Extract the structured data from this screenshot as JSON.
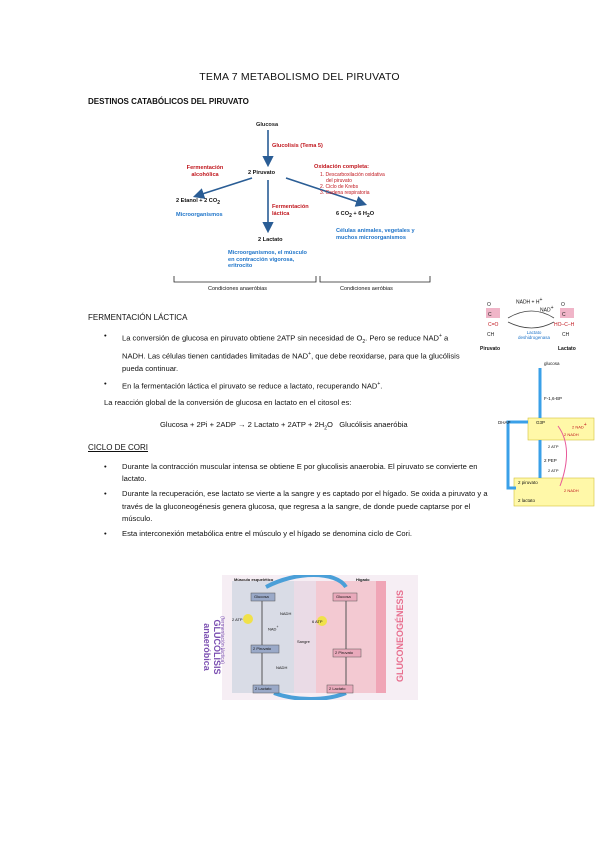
{
  "title": "TEMA 7 METABOLISMO DEL PIRUVATO",
  "section1": "DESTINOS CATABÓLICOS DEL PIRUVATO",
  "diagram": {
    "glucosa": "Glucosa",
    "glucolisis": "Glucolisis  (Tema 5)",
    "piruvato": "2 Piruvato",
    "ferm_alcoholica_1": "Fermentación",
    "ferm_alcoholica_2": "alcohólica",
    "etanol": "2 Etanol + 2 CO",
    "microorganismos": "Microorganismos",
    "ferm_lactica_1": "Fermentación",
    "ferm_lactica_2": "láctica",
    "lactato": "2 Lactato",
    "lactato_organisms": "Microorganismos, el músculo en contracción vigorosa, eritrocito",
    "oxidacion": "Oxidación completa:",
    "ox_step1": "1. Descarboxilación oxidativa",
    "ox_step1b": "del piruvato",
    "ox_step2": "2. Ciclo de Krebs",
    "ox_step3": "3. Cadena respiratoria",
    "co2": "6 CO",
    "co2_rest": " + 6 H",
    "co2_o": "O",
    "aerobic_cells": "Células animales, vegetales y muchos microorganismos",
    "anaerobic": "Condiciones anaeróbias",
    "aerobic": "Condiciones aeróbias"
  },
  "section2": "FERMENTACIÓN LÁCTICA",
  "lactica_b1_a": "La conversión de glucosa en piruvato obtiene 2ATP sin necesidad de O",
  "lactica_b1_b": ". Pero se reduce NAD",
  "lactica_b1_c": " a NADH. Las células tienen cantidades limitadas de NAD",
  "lactica_b1_d": ", que debe reoxidarse, para que la glucólisis pueda continuar.",
  "lactica_b2": "En la fermentación láctica el piruvato se reduce a lactato, recuperando NAD",
  "reaction_intro": "La reacción global de la conversión de glucosa en lactato en el citosol es:",
  "reaction_a": "Glucosa + 2Pi + 2ADP → 2 Lactato + 2ATP + 2H",
  "reaction_b": "O",
  "reaction_c": "Glucólisis anaeróbia",
  "sup_plus": "+",
  "sub_2": "2",
  "section3": "CICLO DE CORI",
  "cori": [
    "Durante la contracción muscular intensa se obtiene E por glucolisis anaerobia. El piruvato se convierte en lactato.",
    "Durante la recuperación, ese lactato se vierte a la sangre y es captado por el hígado. Se oxida a piruvato y a través de la gluconeogénesis genera glucosa, que regresa a la sangre, de donde puede captarse por el músculo.",
    "Esta interconexión metabólica entre el músculo y el hígado se denomina ciclo de Cori."
  ],
  "fig_right": {
    "nadh": "NADH + H",
    "nad": "NAD",
    "piruvato": "Piruvato",
    "lactato": "Lactato",
    "enzyme": "Lactato deshidrogenasa",
    "glucosa": "glucosa",
    "dhap": "DHAP",
    "g3p": "G3P",
    "pep": "2 PEP",
    "pir": "2 piruvato",
    "lac": "2 lactato",
    "nadh_l": "2 NADH",
    "nad_l": "2 NAD",
    "atp": "2 ATP",
    "atp2": "2 ATP",
    "f16": "F-1,6-BP"
  },
  "cori_fig": {
    "muscle": "Músculo esquelético",
    "liver": "Hígado",
    "blood": "Sangre",
    "glucolisis": "GLUCÓLISIS anaeróbica",
    "glucolisis_sub": "(fermentación láctica)",
    "gluconeo": "GLUCONEOGÉNESIS",
    "glucosa": "Glucosa",
    "atp": "2 ATP",
    "nad": "NAD",
    "nadh": "NADH",
    "piruvato": "2 Piruvato",
    "lactato": "2 Lactato",
    "atp6": "6 ATP"
  },
  "colors": {
    "red": "#c0161d",
    "blue": "#1e74c9",
    "purple": "#7b4fb1",
    "pink": "#e86f8f"
  }
}
